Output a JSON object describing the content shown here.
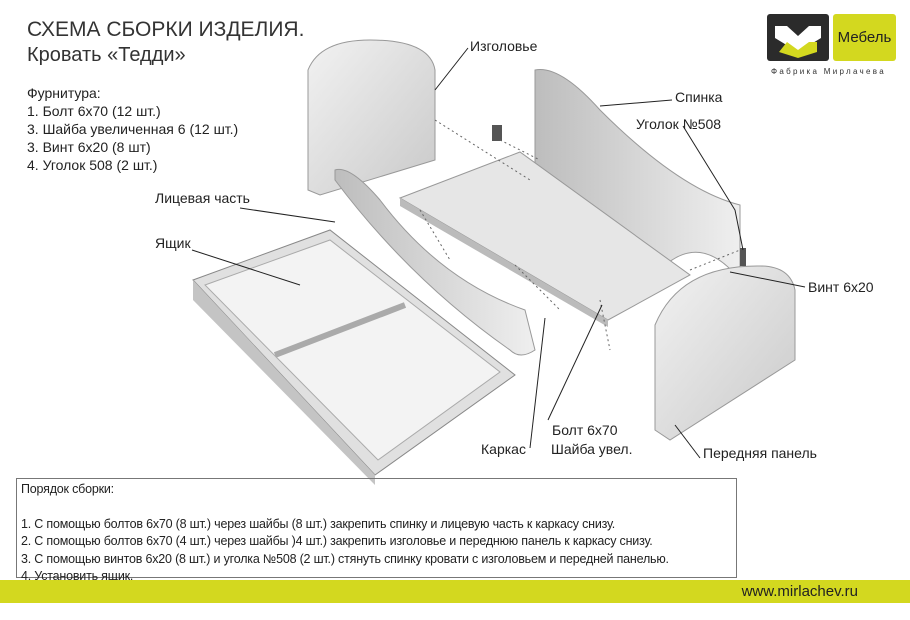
{
  "header": {
    "title": "СХЕМА СБОРКИ ИЗДЕЛИЯ.",
    "subtitle": "Кровать «Тедди»"
  },
  "hardware": {
    "heading": "Фурнитура:",
    "items": [
      "1. Болт 6х70 (12 шт.)",
      "3. Шайба увеличенная 6 (12 шт.)",
      "3. Винт 6х20 (8 шт)",
      "4. Уголок 508 (2 шт.)"
    ]
  },
  "logo": {
    "brand": "Мебель",
    "tagline": "Фабрика Мирлачева",
    "colors": {
      "dark": "#2b2b2b",
      "accent": "#d3d81f"
    }
  },
  "labels": {
    "headboard": "Изголовье",
    "back": "Спинка",
    "corner": "Уголок №508",
    "face": "Лицевая часть",
    "drawer": "Ящик",
    "screw": "Винт 6х20",
    "bolt": "Болт 6х70",
    "washer": "Шайба увел.",
    "frame": "Каркас",
    "front_panel": "Передняя панель"
  },
  "assembly": {
    "heading": "Порядок сборки:",
    "steps": [
      "1. С помощью болтов 6х70 (8 шт.)  через шайбы (8 шт.) закрепить спинку и лицевую часть к каркасу снизу.",
      "2. С помощью болтов 6х70 (4 шт.)  через шайбы )4 шт.) закрепить изголовье и переднюю панель к каркасу снизу.",
      "3. С помощью винтов 6х20 (8 шт.) и уголка №508 (2 шт.) стянуть спинку кровати с изголовьем и передней панелью.",
      "4. Установить ящик."
    ]
  },
  "footer": {
    "url": "www.mirlachev.ru"
  }
}
